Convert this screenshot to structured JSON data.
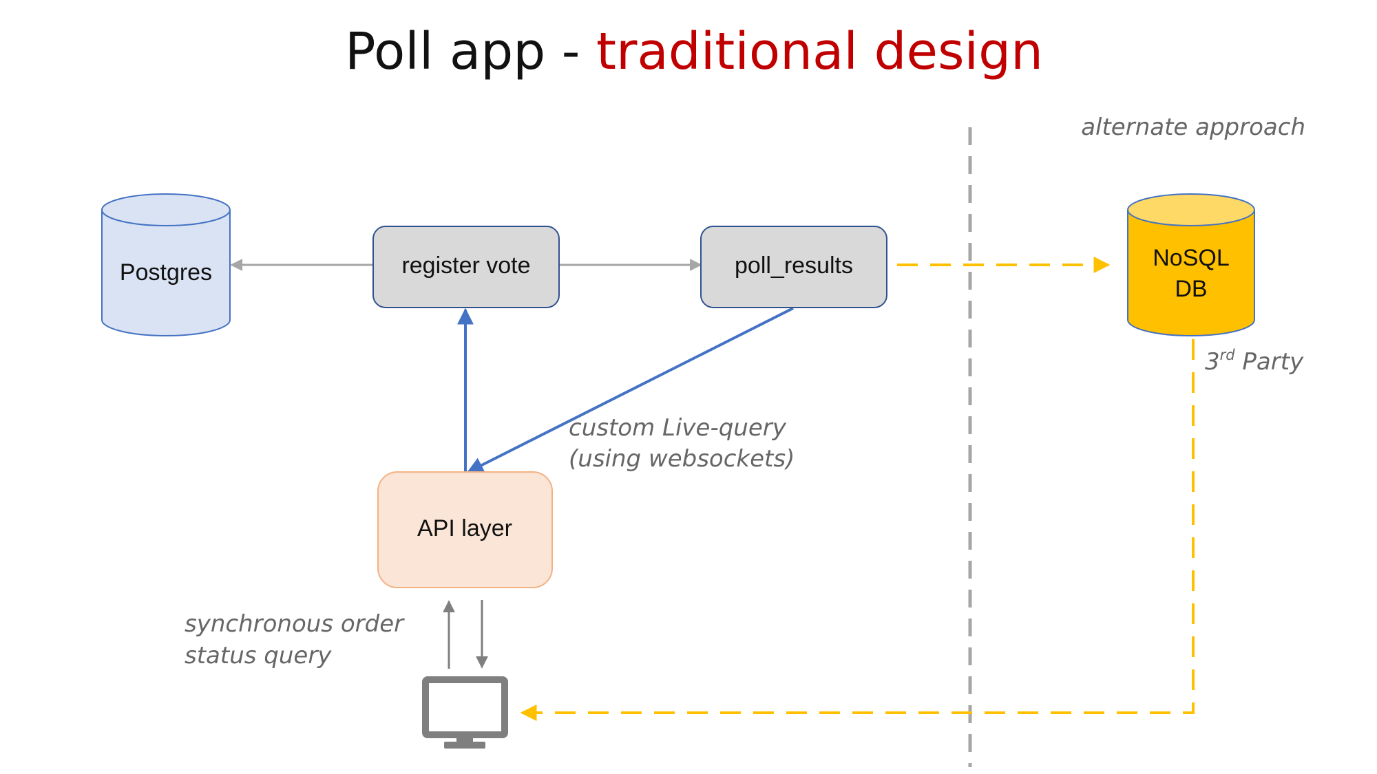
{
  "title": {
    "main": "Poll app - ",
    "accent": "traditional design"
  },
  "nodes": {
    "postgres": "Postgres",
    "register_vote": "register vote",
    "poll_results": "poll_results",
    "api_layer": "API layer",
    "nosql_line1": "NoSQL",
    "nosql_line2": "DB"
  },
  "annotations": {
    "alternate_approach": "alternate approach",
    "third_party_number": "3",
    "third_party_sup": "rd",
    "third_party_word": " Party",
    "live_query_line1": "custom Live-query",
    "live_query_line2": "(using websockets)",
    "sync_line1": "synchronous order",
    "sync_line2": "status query"
  },
  "icons": {
    "client": "monitor-icon"
  },
  "colors": {
    "title_accent": "#c00000",
    "postgres_fill": "#dae3f3",
    "postgres_stroke": "#4472c4",
    "process_fill": "#d9d9d9",
    "process_stroke": "#2f528f",
    "api_fill": "#fbe5d6",
    "api_stroke": "#f4b183",
    "nosql_fill": "#ffc000",
    "nosql_top": "#ffd966",
    "nosql_stroke": "#4472c4",
    "blue_connector": "#4472c4",
    "gray_connector": "#a6a6a6",
    "dashed_yellow": "#ffc000",
    "divider": "#a6a6a6"
  }
}
